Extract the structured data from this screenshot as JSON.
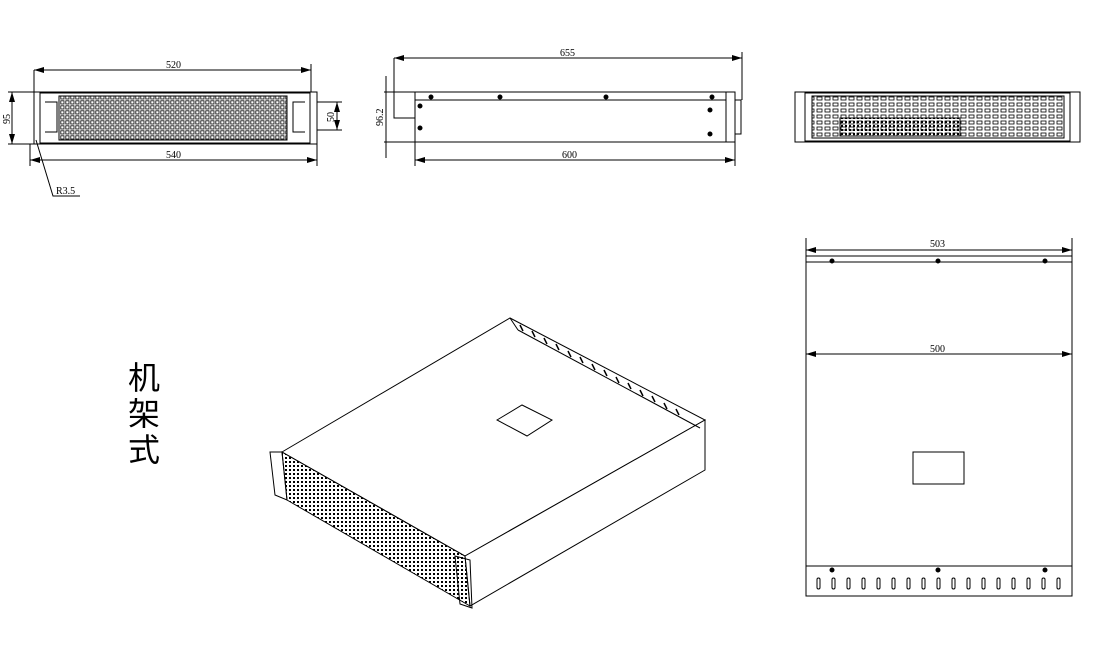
{
  "title": "机架式",
  "front_view": {
    "width_inner": "520",
    "height": "95",
    "handle_spacing": "50",
    "width_outer": "540",
    "radius": "R3.5"
  },
  "side_view": {
    "overall_length": "655",
    "height": "96.2",
    "body_length": "600"
  },
  "top_view": {
    "width_outer": "503",
    "width_inner": "500"
  },
  "colors": {
    "line": "#000000",
    "background": "#ffffff"
  }
}
